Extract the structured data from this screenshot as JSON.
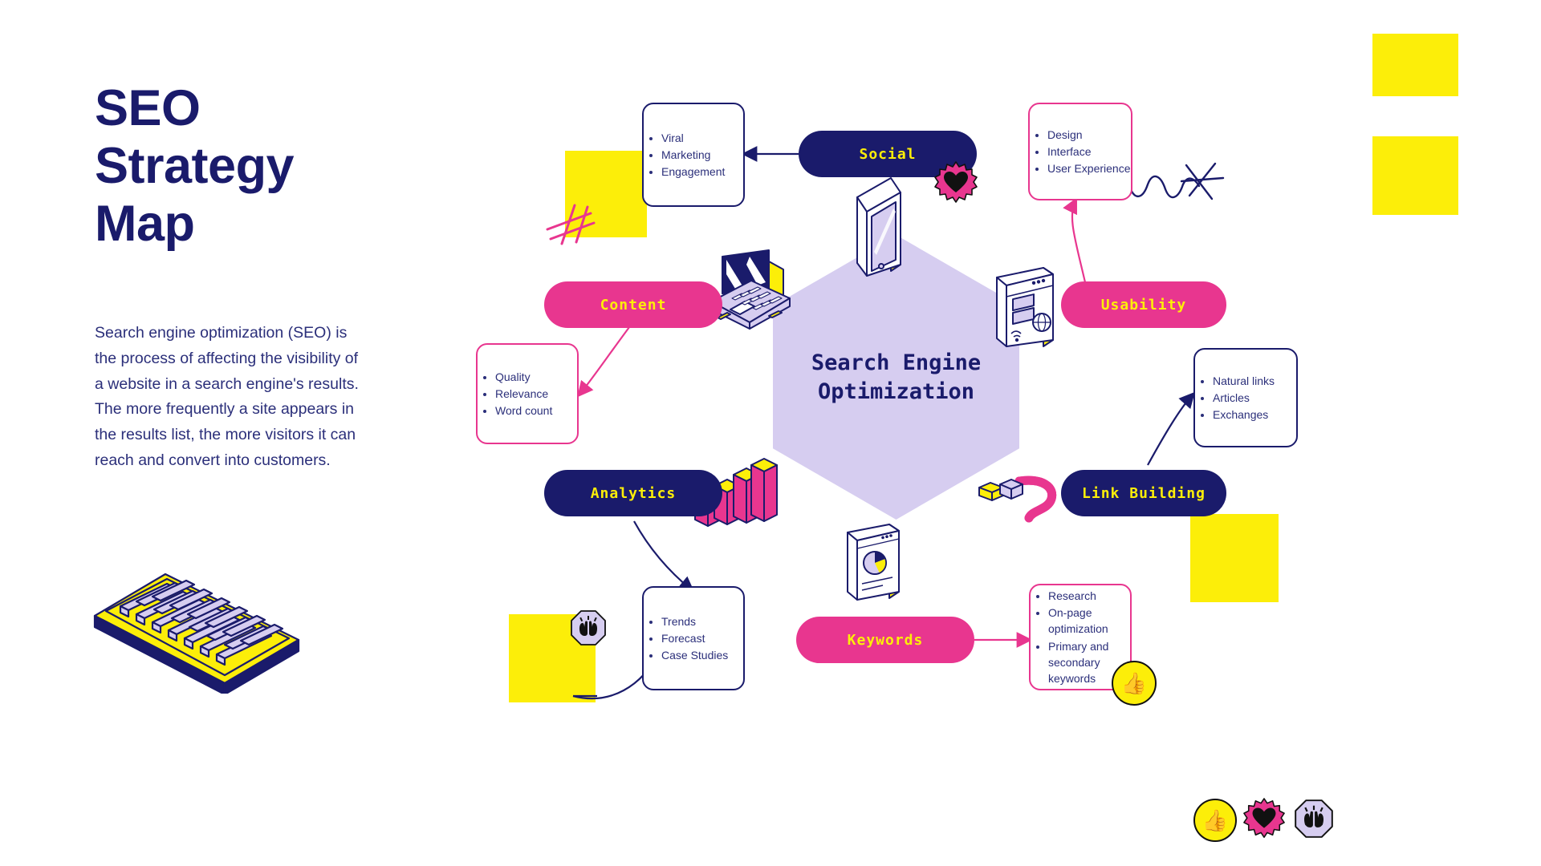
{
  "page": {
    "title": "SEO\nStrategy\nMap",
    "intro": "Search engine optimization (SEO) is the process of affecting the visibility of a website in a search engine's results. The more frequently a site appears in the results list, the more visitors it can reach and convert into customers."
  },
  "center": {
    "label": "Search Engine\nOptimization",
    "shape": "hexagon",
    "fill": "#d6cdf0",
    "text_color": "#1a1b6b"
  },
  "colors": {
    "navy": "#1a1b6b",
    "pink": "#e8368f",
    "yellow": "#fcee09",
    "lavender": "#d6cdf0",
    "text_blue": "#2b2f7a",
    "white": "#ffffff"
  },
  "nodes": [
    {
      "id": "social",
      "label": "Social",
      "pill_color": "#1a1b6b",
      "label_color": "#fcee09",
      "callout_border": "#1a1b6b",
      "items": [
        "Viral",
        "Marketing",
        "Engagement"
      ],
      "illustration": "tablet-illustration"
    },
    {
      "id": "usability",
      "label": "Usability",
      "pill_color": "#e8368f",
      "label_color": "#fcee09",
      "callout_border": "#e8368f",
      "items": [
        "Design",
        "Interface",
        "User Experience"
      ],
      "illustration": "browser-window-illustration"
    },
    {
      "id": "link-building",
      "label": "Link Building",
      "pill_color": "#1a1b6b",
      "label_color": "#fcee09",
      "callout_border": "#1a1b6b",
      "items": [
        "Natural links",
        "Articles",
        "Exchanges"
      ],
      "illustration": "usb-cable-illustration"
    },
    {
      "id": "keywords",
      "label": "Keywords",
      "pill_color": "#e8368f",
      "label_color": "#fcee09",
      "callout_border": "#e8368f",
      "items": [
        "Research",
        "On-page optimization",
        "Primary and secondary keywords"
      ],
      "illustration": "dashboard-illustration"
    },
    {
      "id": "analytics",
      "label": "Analytics",
      "pill_color": "#1a1b6b",
      "label_color": "#fcee09",
      "callout_border": "#1a1b6b",
      "items": [
        "Trends",
        "Forecast",
        "Case Studies"
      ],
      "illustration": "bar-chart-illustration"
    },
    {
      "id": "content",
      "label": "Content",
      "pill_color": "#e8368f",
      "label_color": "#fcee09",
      "callout_border": "#e8368f",
      "items": [
        "Quality",
        "Relevance",
        "Word count"
      ],
      "illustration": "laptop-illustration"
    }
  ],
  "badges": {
    "bottom_row": [
      {
        "icon": "thumbs-up-icon",
        "glyph": "👍",
        "shape": "circle",
        "fill": "#fcee09"
      },
      {
        "icon": "heart-icon",
        "glyph": "♥",
        "shape": "starburst",
        "fill": "#e8368f"
      },
      {
        "icon": "raising-hands-icon",
        "glyph": "🙌",
        "shape": "octagon",
        "fill": "#d6cdf0"
      }
    ],
    "social_badge": {
      "icon": "heart-icon",
      "glyph": "♥",
      "shape": "starburst",
      "fill": "#e8368f"
    },
    "keywords_badge": {
      "icon": "thumbs-up-icon",
      "glyph": "👍",
      "shape": "circle",
      "fill": "#fcee09"
    },
    "analytics_badge": {
      "icon": "raising-hands-icon",
      "glyph": "🙌",
      "shape": "octagon",
      "fill": "#d6cdf0"
    }
  },
  "decorations": {
    "yellow_squares": 6,
    "doodles": [
      "hash-marks-doodle",
      "squiggle-arrow-doodle"
    ]
  }
}
